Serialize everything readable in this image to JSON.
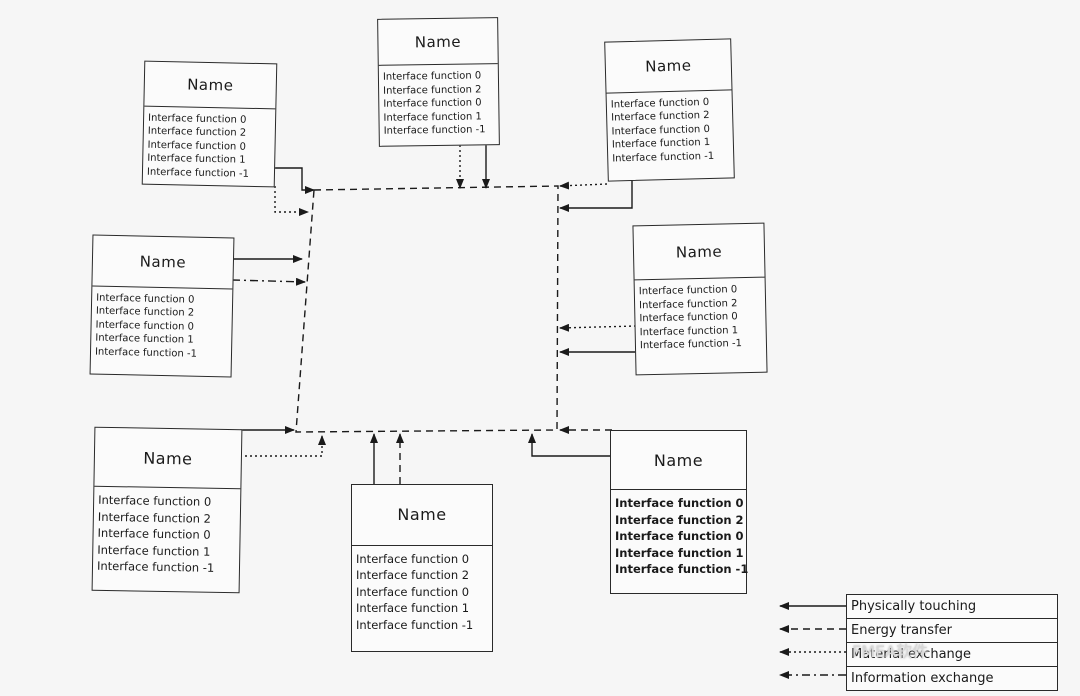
{
  "components": [
    {
      "title": "Name",
      "functions": [
        "Interface function 0",
        "Interface function 2",
        "Interface function 0",
        "Interface function 1",
        "Interface function -1"
      ]
    },
    {
      "title": "Name",
      "functions": [
        "Interface function 0",
        "Interface function 2",
        "Interface function 0",
        "Interface function 1",
        "Interface function -1"
      ]
    },
    {
      "title": "Name",
      "functions": [
        "Interface function 0",
        "Interface function 2",
        "Interface function 0",
        "Interface function 1",
        "Interface function -1"
      ]
    },
    {
      "title": "Name",
      "functions": [
        "Interface function 0",
        "Interface function 2",
        "Interface function 0",
        "Interface function 1",
        "Interface function -1"
      ]
    },
    {
      "title": "Name",
      "functions": [
        "Interface function 0",
        "Interface function 2",
        "Interface function 0",
        "Interface function 1",
        "Interface function -1"
      ]
    },
    {
      "title": "Name",
      "functions": [
        "Interface function 0",
        "Interface function 2",
        "Interface function 0",
        "Interface function 1",
        "Interface function -1"
      ]
    },
    {
      "title": "Name",
      "functions": [
        "Interface function 0",
        "Interface function 2",
        "Interface function 0",
        "Interface function 1",
        "Interface function -1"
      ]
    },
    {
      "title": "Name",
      "functions": [
        "Interface function 0",
        "Interface function 2",
        "Interface function 0",
        "Interface function 1",
        "Interface function -1"
      ]
    }
  ],
  "legend": {
    "physically_touching": "Physically touching",
    "energy_transfer": "Energy transfer",
    "material_exchange": "Material exchange",
    "information_exchange": "Information exchange"
  },
  "watermark": "FMEA软件",
  "colors": {
    "ink": "#1a1a1a",
    "paper": "#f6f6f6"
  }
}
